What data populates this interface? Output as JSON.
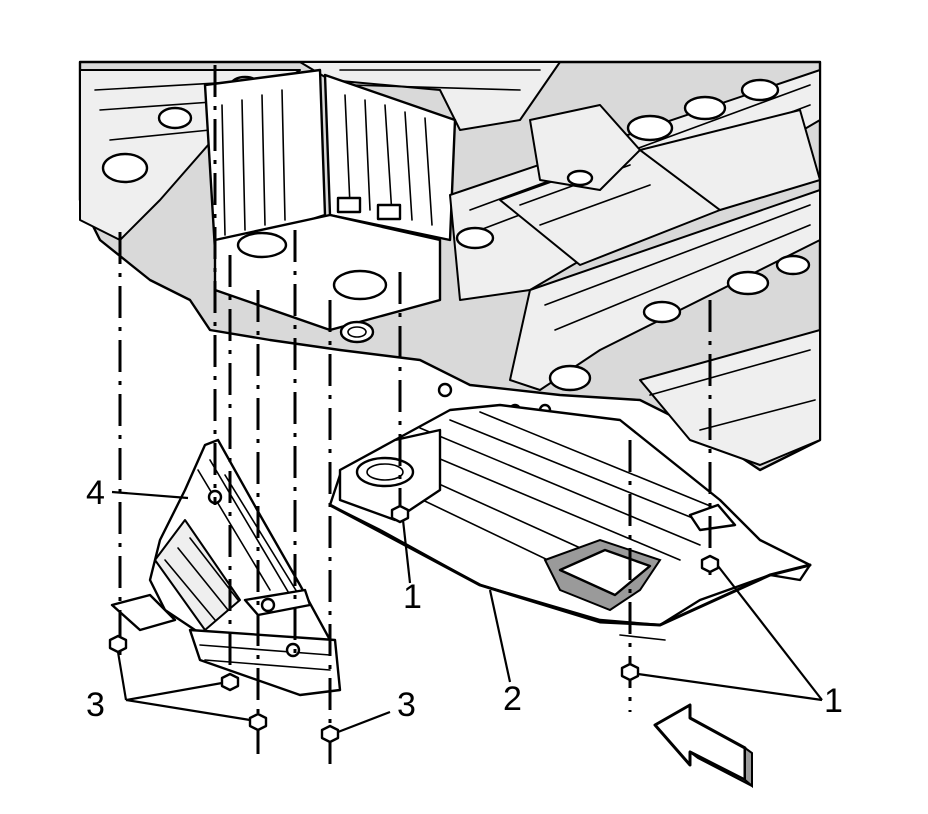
{
  "diagram": {
    "callouts": {
      "c1_center": "1",
      "c1_right": "1",
      "c2": "2",
      "c3_left": "3",
      "c3_right": "3",
      "c4": "4"
    },
    "colors": {
      "line": "#000000",
      "shade": "#d9d9d9",
      "light_shade": "#efefef",
      "background": "#ffffff"
    },
    "icons": [
      "direction-arrow-icon"
    ]
  }
}
